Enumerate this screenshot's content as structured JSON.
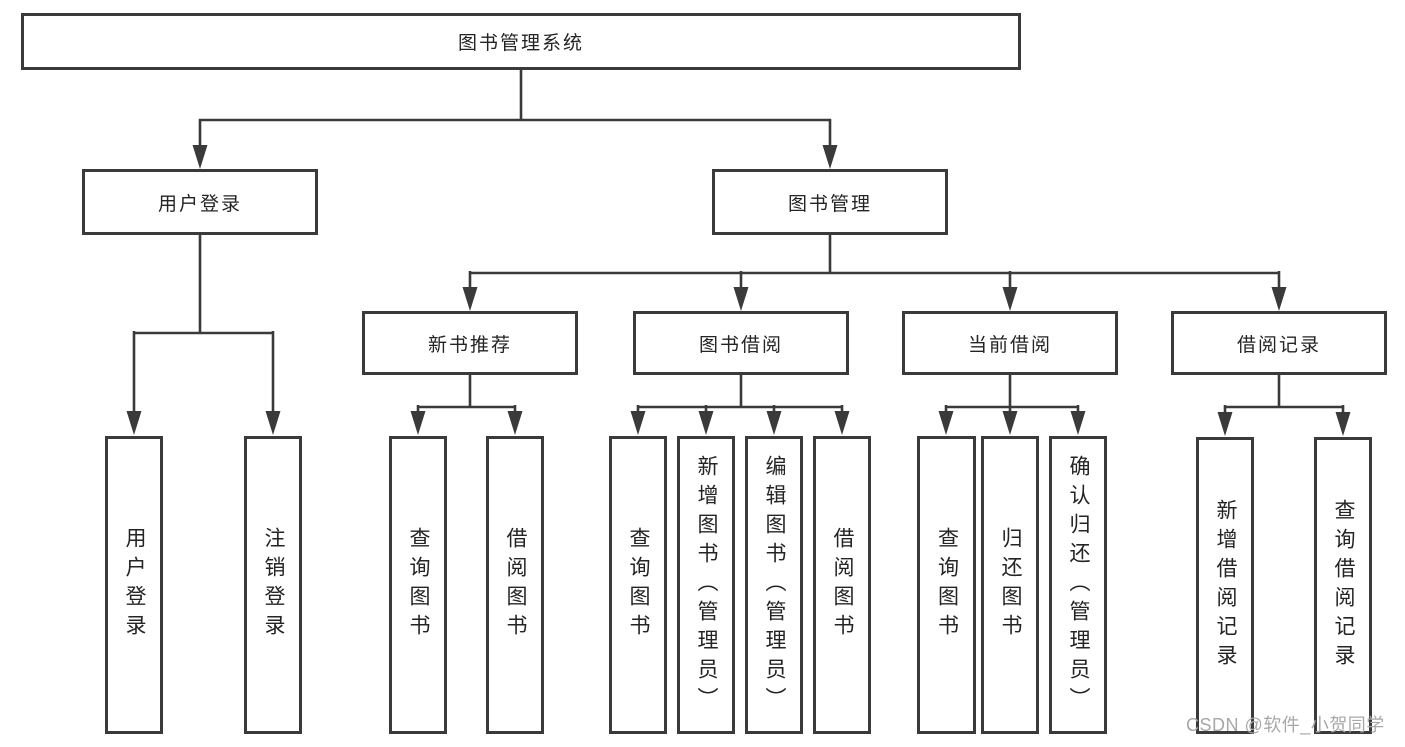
{
  "diagram": {
    "type": "tree",
    "title": "图书管理系统",
    "branches": [
      {
        "label": "用户登录",
        "leaves": [
          "用户登录",
          "注销登录"
        ]
      },
      {
        "label": "图书管理",
        "groups": [
          {
            "label": "新书推荐",
            "leaves": [
              "查询图书",
              "借阅图书"
            ]
          },
          {
            "label": "图书借阅",
            "leaves": [
              "查询图书",
              "新增图书（管理员）",
              "编辑图书（管理员）",
              "借阅图书"
            ]
          },
          {
            "label": "当前借阅",
            "leaves": [
              "查询图书",
              "归还图书",
              "确认归还（管理员）"
            ]
          },
          {
            "label": "借阅记录",
            "leaves": [
              "新增借阅记录",
              "查询借阅记录"
            ]
          }
        ]
      }
    ]
  },
  "watermark": {
    "text": "CSDN @软件_小贺同学"
  },
  "colors": {
    "line": "#3a3a3a",
    "box_border": "#3a3a3a",
    "text": "#242424",
    "watermark": "#a8a8a8",
    "background": "#ffffff"
  }
}
